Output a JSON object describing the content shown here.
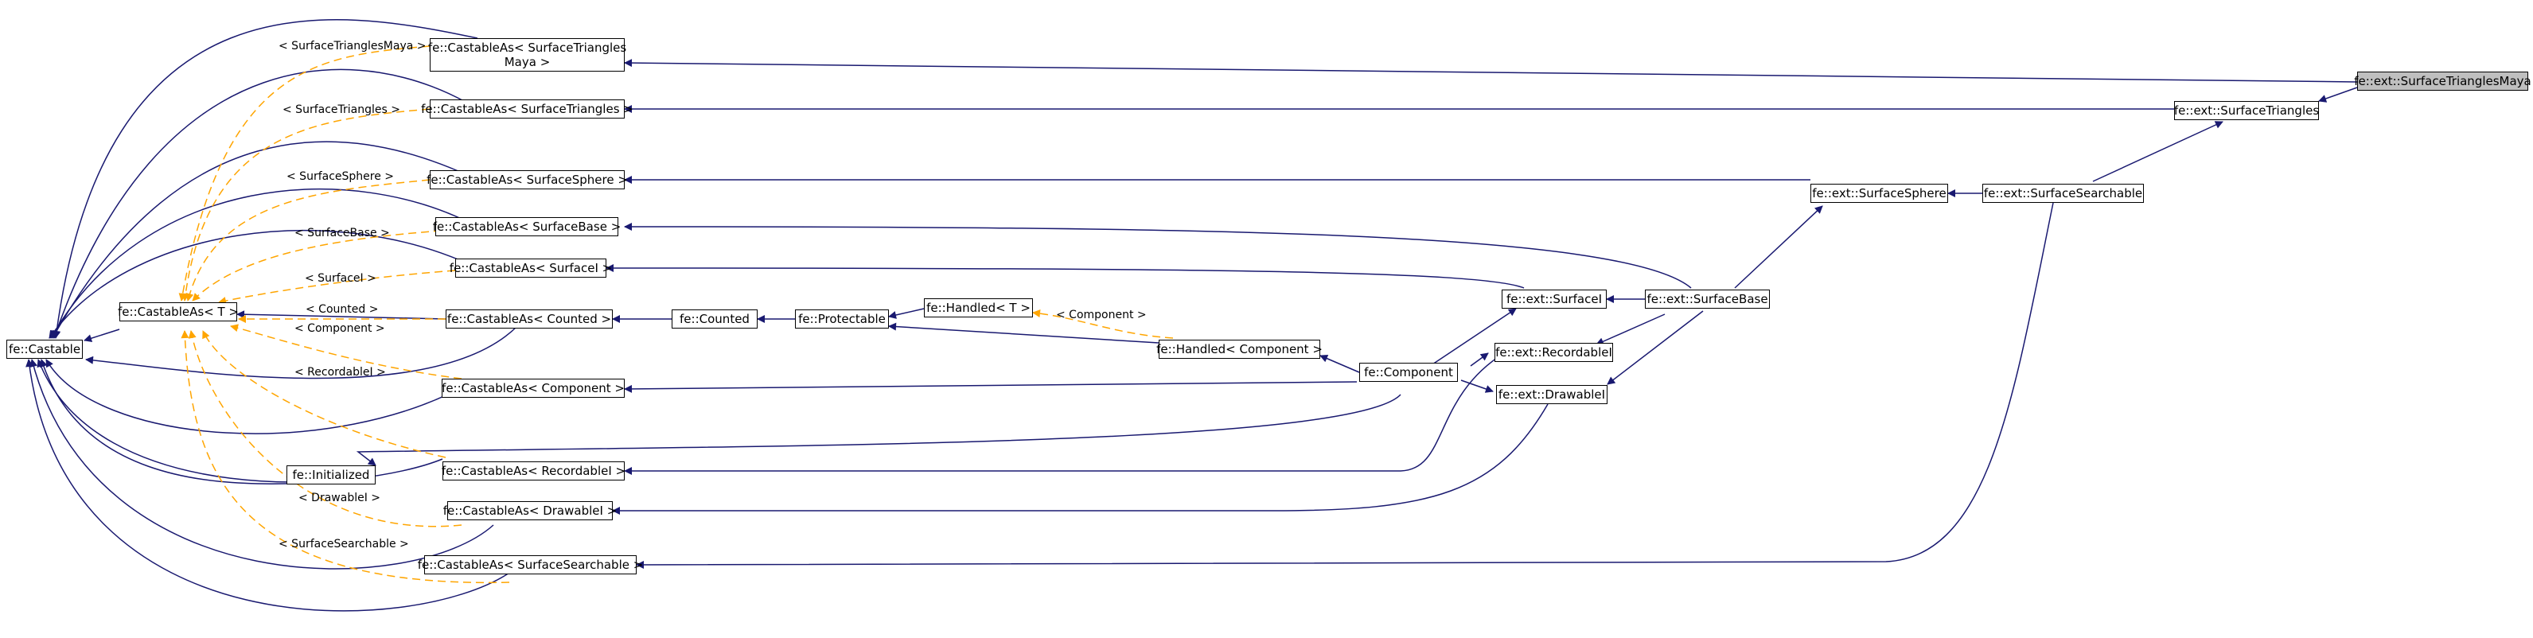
{
  "diagram": {
    "nodes": [
      {
        "id": "castable",
        "label": "fe::Castable"
      },
      {
        "id": "castableas_t",
        "label": "fe::CastableAs< T >"
      },
      {
        "id": "ca_stmaya",
        "label": "fe::CastableAs< SurfaceTriangles\nMaya >"
      },
      {
        "id": "ca_st",
        "label": "fe::CastableAs< SurfaceTriangles >"
      },
      {
        "id": "ca_ss",
        "label": "fe::CastableAs< SurfaceSphere >"
      },
      {
        "id": "ca_sb",
        "label": "fe::CastableAs< SurfaceBase >"
      },
      {
        "id": "ca_si",
        "label": "fe::CastableAs< SurfaceI >"
      },
      {
        "id": "ca_counted",
        "label": "fe::CastableAs< Counted >"
      },
      {
        "id": "ca_component",
        "label": "fe::CastableAs< Component >"
      },
      {
        "id": "initialized",
        "label": "fe::Initialized"
      },
      {
        "id": "ca_recordable",
        "label": "fe::CastableAs< RecordableI >"
      },
      {
        "id": "ca_drawable",
        "label": "fe::CastableAs< DrawableI >"
      },
      {
        "id": "ca_searchable",
        "label": "fe::CastableAs< SurfaceSearchable >"
      },
      {
        "id": "counted",
        "label": "fe::Counted"
      },
      {
        "id": "protectable",
        "label": "fe::Protectable"
      },
      {
        "id": "handled_t",
        "label": "fe::Handled< T >"
      },
      {
        "id": "handled_comp",
        "label": "fe::Handled< Component >"
      },
      {
        "id": "component",
        "label": "fe::Component"
      },
      {
        "id": "ext_si",
        "label": "fe::ext::SurfaceI"
      },
      {
        "id": "ext_rec",
        "label": "fe::ext::RecordableI"
      },
      {
        "id": "ext_draw",
        "label": "fe::ext::DrawableI"
      },
      {
        "id": "ext_sb",
        "label": "fe::ext::SurfaceBase"
      },
      {
        "id": "ext_ss",
        "label": "fe::ext::SurfaceSphere"
      },
      {
        "id": "ext_search",
        "label": "fe::ext::SurfaceSearchable"
      },
      {
        "id": "ext_st",
        "label": "fe::ext::SurfaceTriangles"
      },
      {
        "id": "ext_stmaya",
        "label": "fe::ext::SurfaceTrianglesMaya"
      }
    ],
    "template_labels": [
      "< SurfaceTrianglesMaya >",
      "< SurfaceTriangles >",
      "< SurfaceSphere >",
      "< SurfaceBase >",
      "< SurfaceI >",
      "< Counted >",
      "< Component >",
      "< RecordableI >",
      "< DrawableI >",
      "< SurfaceSearchable >",
      "< Component >"
    ],
    "colors": {
      "inheritance": "#191970",
      "template": "#FFA500",
      "highlight_fill": "#BFBFBF"
    }
  }
}
